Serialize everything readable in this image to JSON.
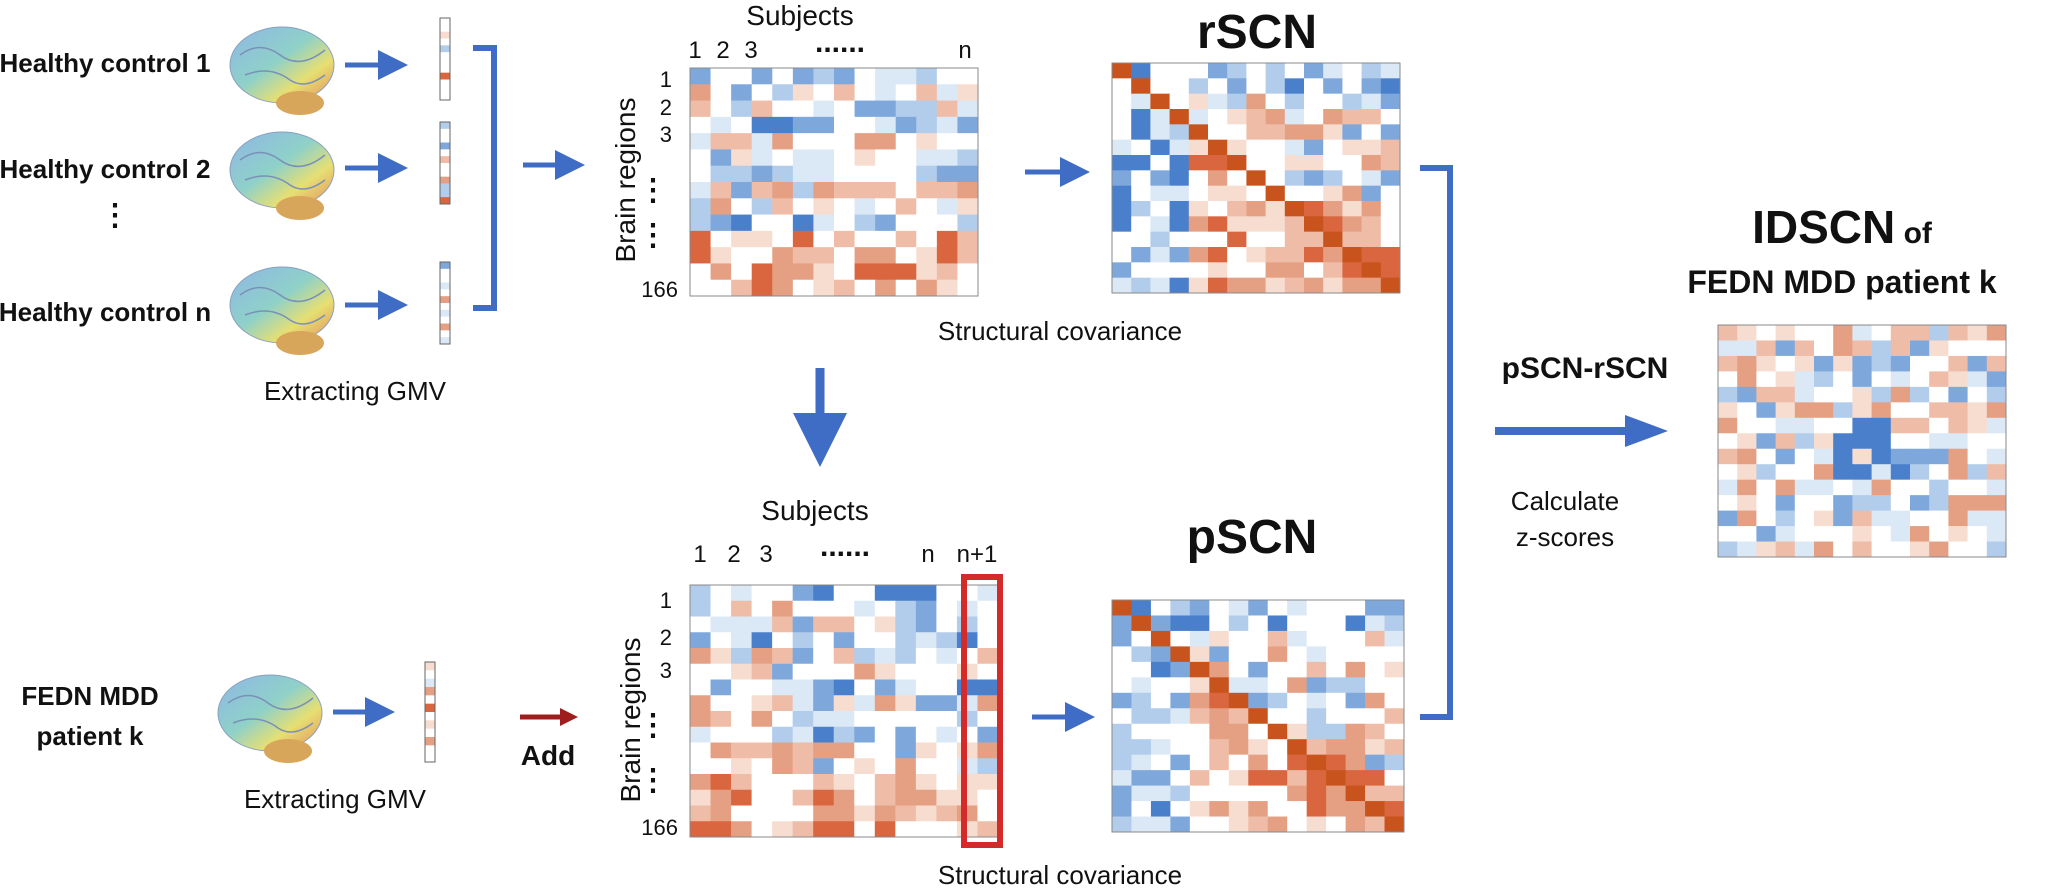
{
  "colors": {
    "arrow": "#3f6cc4",
    "add_arrow": "#a01d1d",
    "highlight_box": "#d42a2a",
    "bracket": "#3f6cc4",
    "cell_palette": [
      "#ffffff",
      "#dbe8f5",
      "#b2cceb",
      "#7ea8dc",
      "#4a80cb",
      "#f7ddd0",
      "#efbda7",
      "#e5a084",
      "#d9663f",
      "#c9531c"
    ]
  },
  "controls": {
    "items": [
      "Healthy control 1",
      "Healthy control 2",
      "Healthy control n"
    ],
    "ellipsis": "⋮",
    "extracting_label": "Extracting GMV"
  },
  "patient": {
    "label_line1": "FEDN MDD",
    "label_line2": "patient k",
    "extracting_label": "Extracting GMV",
    "add_label": "Add"
  },
  "top_matrix": {
    "title": "Subjects",
    "col_labels": [
      "1",
      "2",
      "3",
      "......",
      "n"
    ],
    "row_axis": "Brain regions",
    "row_labels": [
      "1",
      "2",
      "3",
      "⋮",
      "⋮",
      "166"
    ]
  },
  "bottom_matrix": {
    "title": "Subjects",
    "col_labels": [
      "1",
      "2",
      "3",
      "......",
      "n",
      "n+1"
    ],
    "row_axis": "Brain regions",
    "row_labels": [
      "1",
      "2",
      "3",
      "⋮",
      "⋮",
      "166"
    ]
  },
  "structural_covariance_label": "Structural covariance",
  "rscn_title": "rSCN",
  "pscn_title": "pSCN",
  "difference_label": "pSCN-rSCN",
  "calc_line1": "Calculate",
  "calc_line2": "z-scores",
  "idscn_title_main": "IDSCN",
  "idscn_title_of": " of",
  "idscn_subtitle": "FEDN MDD patient k"
}
